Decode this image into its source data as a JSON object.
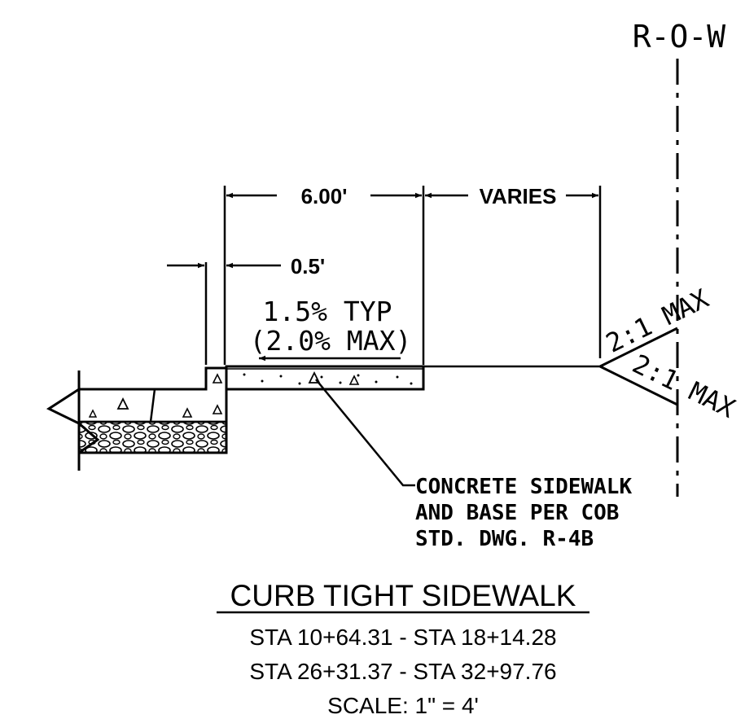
{
  "right_of_way": {
    "label": "R-O-W"
  },
  "dimensions": {
    "sidewalk_width": "6.00'",
    "offset_width": "VARIES",
    "curb_offset": "0.5'"
  },
  "slope": {
    "line1": "1.5% TYP",
    "line2": "(2.0% MAX)"
  },
  "side_slopes": {
    "upper": "2:1 MAX",
    "lower": "2:1 MAX"
  },
  "callout": {
    "line1": "CONCRETE SIDEWALK",
    "line2": "AND BASE PER COB",
    "line3": "STD. DWG. R-4B"
  },
  "title_block": {
    "title": "CURB TIGHT SIDEWALK",
    "station_range_1": "STA 10+64.31 - STA 18+14.28",
    "station_range_2": "STA 26+31.37 - STA 32+97.76",
    "scale": "SCALE: 1\" = 4'"
  }
}
